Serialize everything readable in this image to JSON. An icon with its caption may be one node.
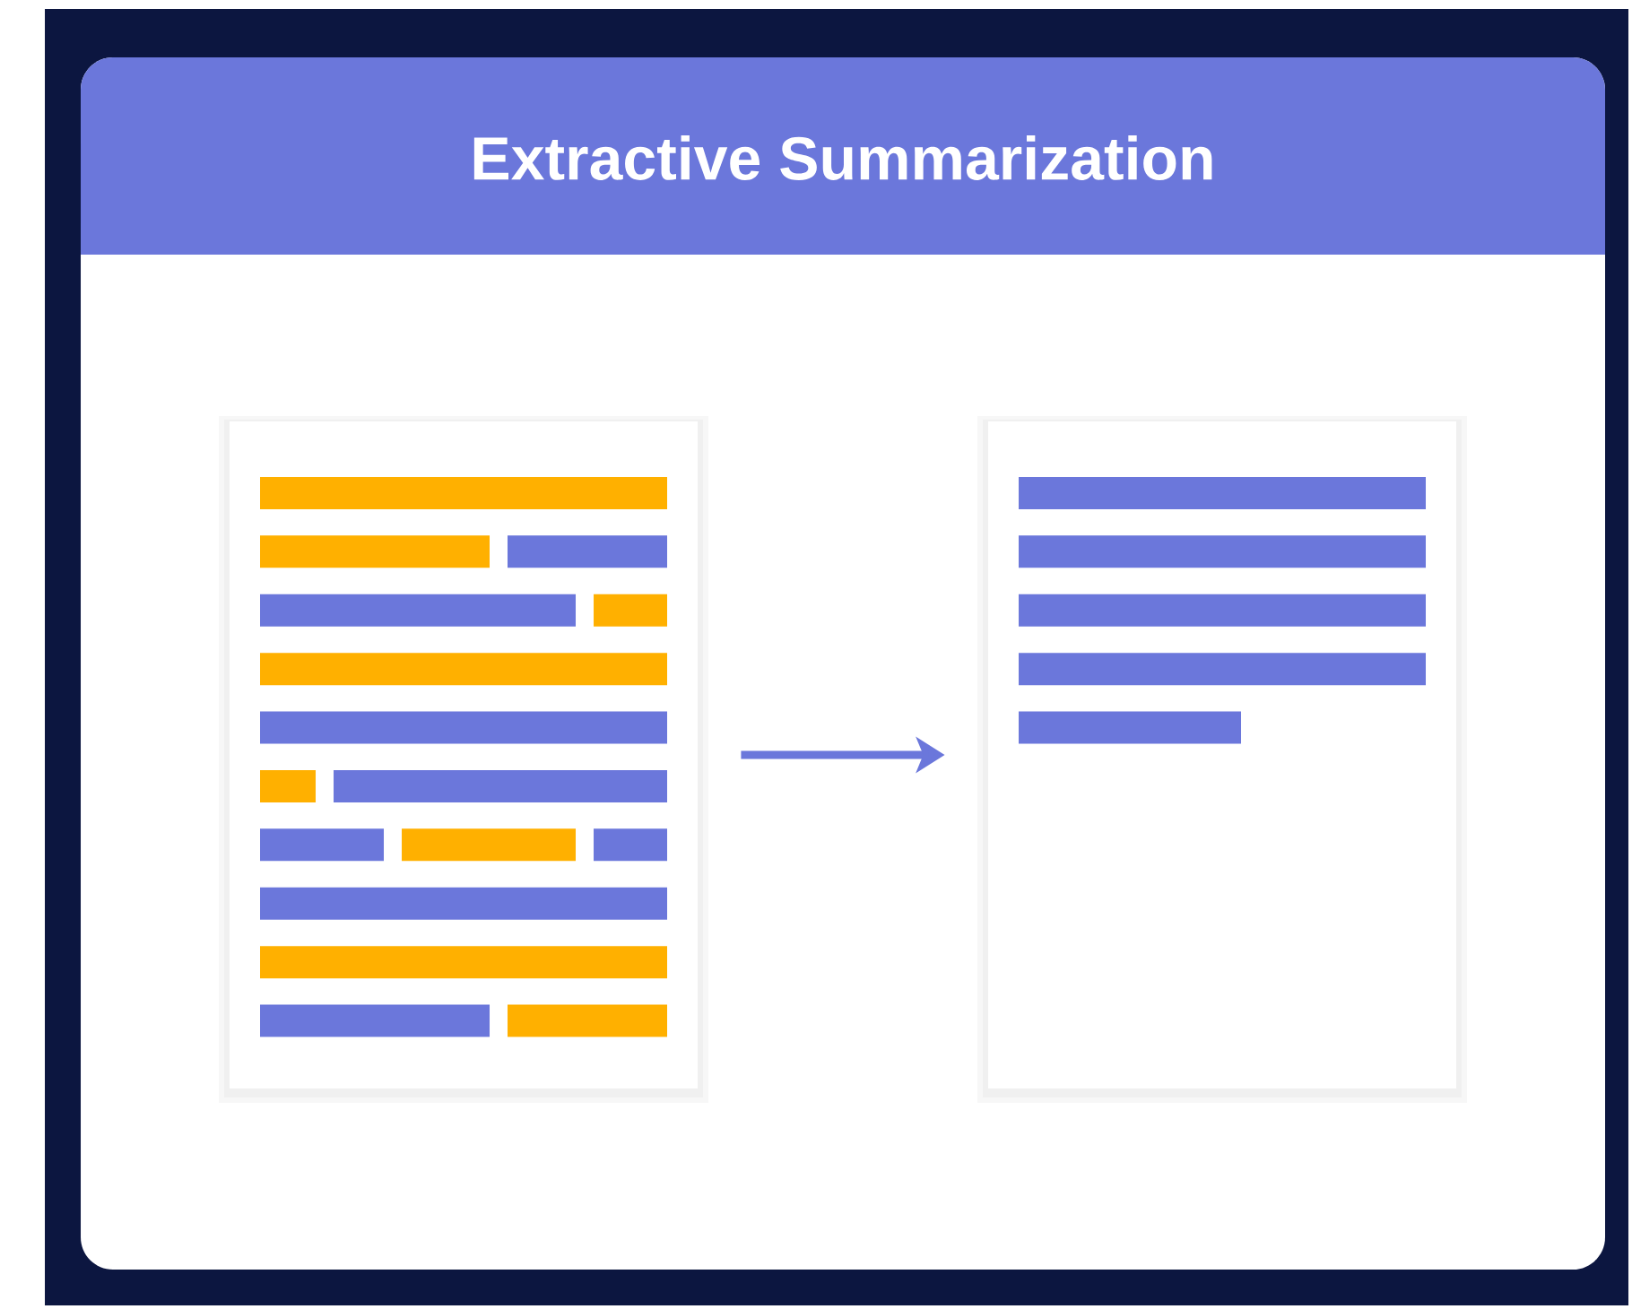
{
  "diagram": {
    "title": "Extractive Summarization",
    "nodes": [
      {
        "text": [],
        "shape": "box"
      },
      {
        "text": [],
        "shape": "box"
      }
    ],
    "edges": [
      {
        "from": 0,
        "to": 1,
        "arrow": "to"
      }
    ]
  }
}
